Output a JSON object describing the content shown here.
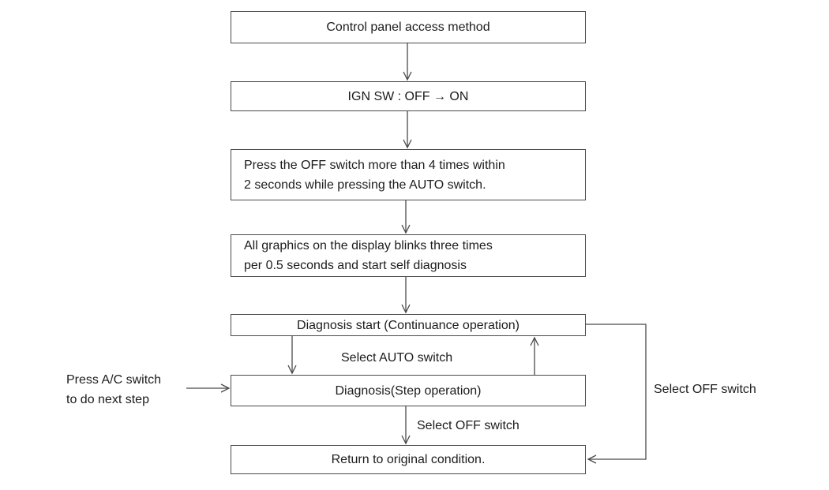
{
  "page": {
    "background_color": "#ffffff",
    "line_color": "#4a4a4a",
    "text_color": "#1c1c1c"
  },
  "flowchart": {
    "boxes": [
      {
        "text": "Control panel access method"
      },
      {
        "text": "IGN SW : OFF → ON"
      },
      {
        "text": "Press the OFF switch more than 4 times within\n2 seconds while pressing the AUTO switch."
      },
      {
        "text": "All graphics on the display blinks three times\nper 0.5 seconds and start self diagnosis"
      },
      {
        "text": "Diagnosis start (Continuance operation)"
      },
      {
        "text": "Diagnosis(Step operation)"
      },
      {
        "text": "Return to original condition."
      }
    ],
    "edge_labels": {
      "select_auto": "Select AUTO switch",
      "select_off_center": "Select OFF switch",
      "select_off_right": "Select OFF switch",
      "press_ac": "Press A/C switch\nto do next step"
    }
  }
}
